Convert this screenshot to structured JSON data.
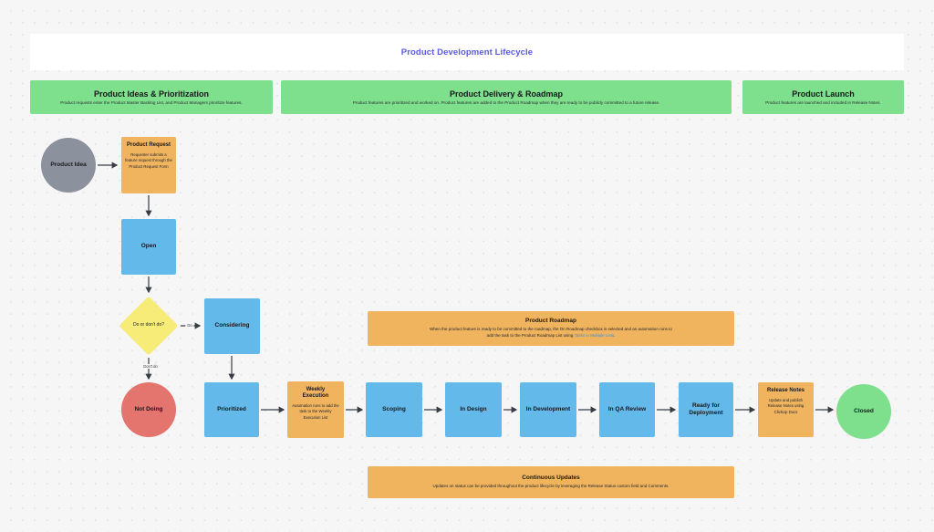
{
  "title": "Product Development Lifecycle",
  "colors": {
    "background": "#f6f6f7",
    "title_text": "#5b5ae0",
    "band_green": "#7ee08c",
    "box_blue": "#62b9ea",
    "box_orange": "#f0b45f",
    "diamond_yellow": "#f7ec77",
    "circle_gray": "#8c929d",
    "circle_red": "#e4756e",
    "circle_green": "#7ee08c",
    "arrow": "#383c45",
    "link_blue": "#3e8ed8"
  },
  "headers": [
    {
      "title": "Product Ideas & Prioritization",
      "subtitle": "Product requests enter the Product Master Backlog List, and Product Managers prioritize features."
    },
    {
      "title": "Product Delivery & Roadmap",
      "subtitle": "Product features are prioritized and worked on. Product features are added to the Product Roadmap when they are ready to be publicly committed to a future release."
    },
    {
      "title": "Product Launch",
      "subtitle": "Product features are launched and included in Release Notes."
    }
  ],
  "nodes": {
    "product_idea": {
      "label": "Product Idea"
    },
    "product_request": {
      "title": "Product Request",
      "body": "Requester submits a feature request through the Product Request Form"
    },
    "open": {
      "label": "Open"
    },
    "decision": {
      "label": "Do or don't do?"
    },
    "considering": {
      "label": "Considering"
    },
    "not_doing": {
      "label": "Not Doing"
    },
    "prioritized": {
      "label": "Prioritized"
    },
    "weekly_execution": {
      "title": "Weekly Execution",
      "body": "Automation runs to add the task to the Weekly Execution List"
    },
    "scoping": {
      "label": "Scoping"
    },
    "in_design": {
      "label": "In Design"
    },
    "in_development": {
      "label": "In Development"
    },
    "in_qa_review": {
      "label": "In QA Review"
    },
    "ready_for_deployment": {
      "label": "Ready for Deployment"
    },
    "release_notes": {
      "title": "Release Notes",
      "body": "Update and publish Release Notes using ClickUp Docs"
    },
    "closed": {
      "label": "Closed"
    }
  },
  "edge_labels": {
    "do": "Do",
    "dont_do": "Don't do"
  },
  "banners": {
    "roadmap": {
      "title": "Product Roadmap",
      "body_before_link": "When the product feature is ready to be committed to the roadmap, the On Roadmap checkbox is selected and an automation runs to add the task to the Product Roadmap List using ",
      "link": "Tasks in Multiple Lists",
      "body_after_link": "."
    },
    "continuous": {
      "title": "Continuous Updates",
      "body": "Updates on status can be provided throughout the product lifecycle by leveraging the Release Status custom field and Comments."
    }
  }
}
